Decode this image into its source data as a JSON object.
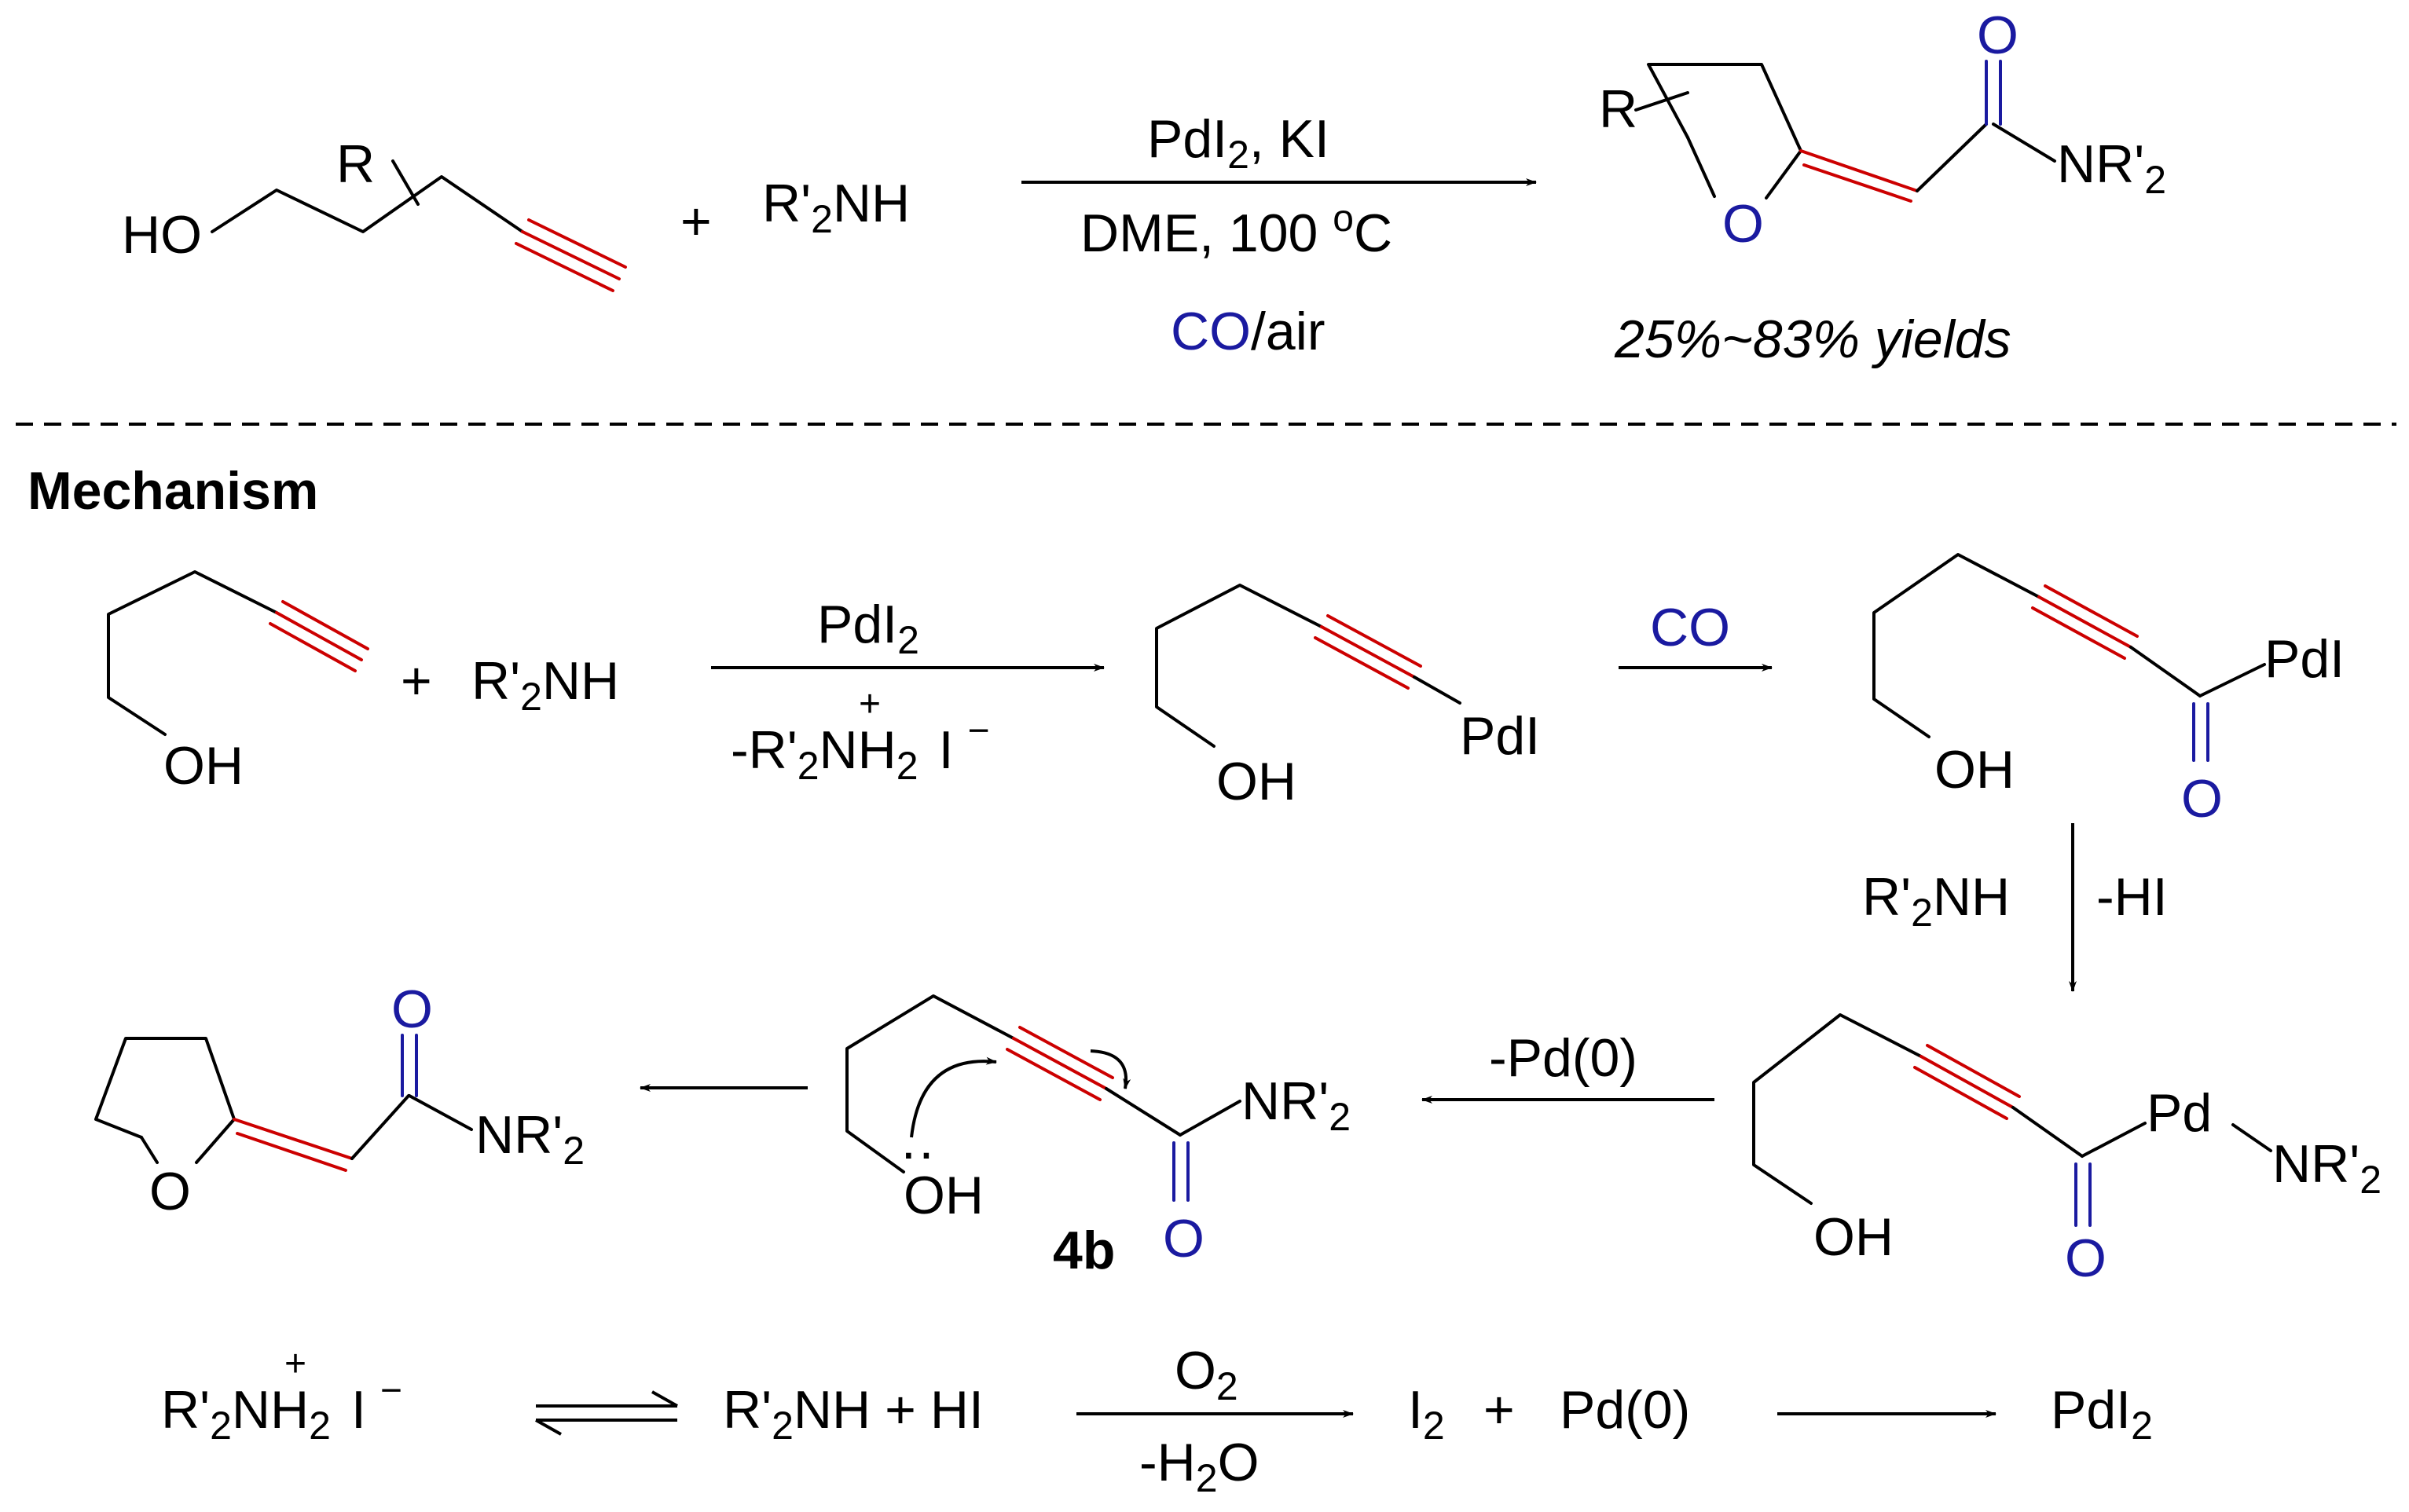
{
  "colors": {
    "red_bonds": "#cc0000",
    "blue_heteroatoms": "#1a1aa0",
    "ink": "#000000"
  },
  "top": {
    "sm": {
      "ho": "HO",
      "r": "R"
    },
    "plus": "+",
    "amine": {
      "r": "R'",
      "sub": "2",
      "nh": "NH"
    },
    "conditions": {
      "line1_a": "PdI",
      "line1_sub": "2",
      "line1_b": ", KI",
      "line2_a": "DME, 100 ",
      "line2_sup": "o",
      "line2_b": "C",
      "line3_co": "CO",
      "line3_rest": "/air"
    },
    "product": {
      "r": "R",
      "o_ring": "O",
      "o_carbonyl": "O",
      "nr": "NR'",
      "nr_sub": "2"
    },
    "yields": "25%~83% yields"
  },
  "mechanism": {
    "heading": "Mechanism",
    "step1": {
      "oh": "OH",
      "plus": "+",
      "amine_r": "R'",
      "amine_sub": "2",
      "amine_nh": "NH",
      "reagent_a": "PdI",
      "reagent_sub": "2",
      "byproduct_a": "-R'",
      "byproduct_sub": "2",
      "byproduct_nh": "NH",
      "byproduct_h_sub": "2",
      "byproduct_plus": "+",
      "byproduct_i": "I",
      "byproduct_minus": "−"
    },
    "int1": {
      "oh": "OH",
      "pdi": "PdI"
    },
    "co_label": "CO",
    "int2": {
      "oh": "OH",
      "pdi": "PdI",
      "o": "O"
    },
    "down_step": {
      "left_r": "R'",
      "left_sub": "2",
      "left_nh": "NH",
      "right": "-HI"
    },
    "int3": {
      "oh": "OH",
      "pd": "Pd",
      "o": "O",
      "nr": "NR'",
      "nr_sub": "2"
    },
    "pd0_label": "-Pd(0)",
    "int4": {
      "oh": "OH",
      "lone_pair": "··",
      "nr": "NR'",
      "nr_sub": "2",
      "o": "O",
      "label": "4b"
    },
    "final": {
      "o_ring": "O",
      "o_carbonyl": "O",
      "nr": "NR'",
      "nr_sub": "2"
    }
  },
  "bottom": {
    "salt_r": "R'",
    "salt_sub": "2",
    "salt_nh": "NH",
    "salt_h_sub": "2",
    "salt_plus": "+",
    "salt_i": "I",
    "salt_minus": "−",
    "mid_r": "R'",
    "mid_sub": "2",
    "mid_nh": "NH",
    "mid_plus": "+",
    "mid_hi": "HI",
    "ox_top_a": "O",
    "ox_top_sub": "2",
    "ox_bot_a": "-H",
    "ox_bot_sub": "2",
    "ox_bot_b": "O",
    "i2_a": "I",
    "i2_sub": "2",
    "plus": "+",
    "pd0": "Pd(0)",
    "pdi2_a": "PdI",
    "pdi2_sub": "2"
  }
}
